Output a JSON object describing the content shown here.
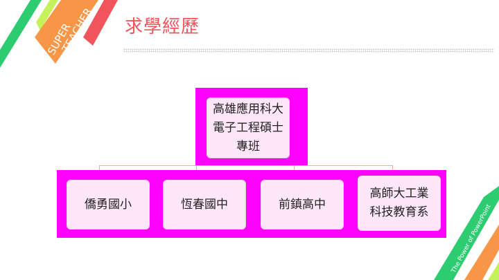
{
  "slide": {
    "title": "求學經歷",
    "badge": {
      "line1": "SUPER",
      "line2": "TEACHER"
    },
    "footer_tagline": "The Power of PowerPoint"
  },
  "org_chart": {
    "root": {
      "line1": "高雄應用科大",
      "line2": "電子工程碩士",
      "line3": "專班"
    },
    "children": [
      {
        "line1": "僑勇國小",
        "line2": ""
      },
      {
        "line1": "恆春國中",
        "line2": ""
      },
      {
        "line1": "前鎮高中",
        "line2": ""
      },
      {
        "line1": "高師大工業",
        "line2": "科技教育系"
      }
    ]
  },
  "colors": {
    "title": "#f2545b",
    "node_shadow": "#ff00ff",
    "node_fill": "#fde6f7",
    "connector": "#f4b183",
    "stripe_green": "#2ecc71",
    "stripe_orange": "#f79646",
    "stripe_red": "#f2545b"
  }
}
